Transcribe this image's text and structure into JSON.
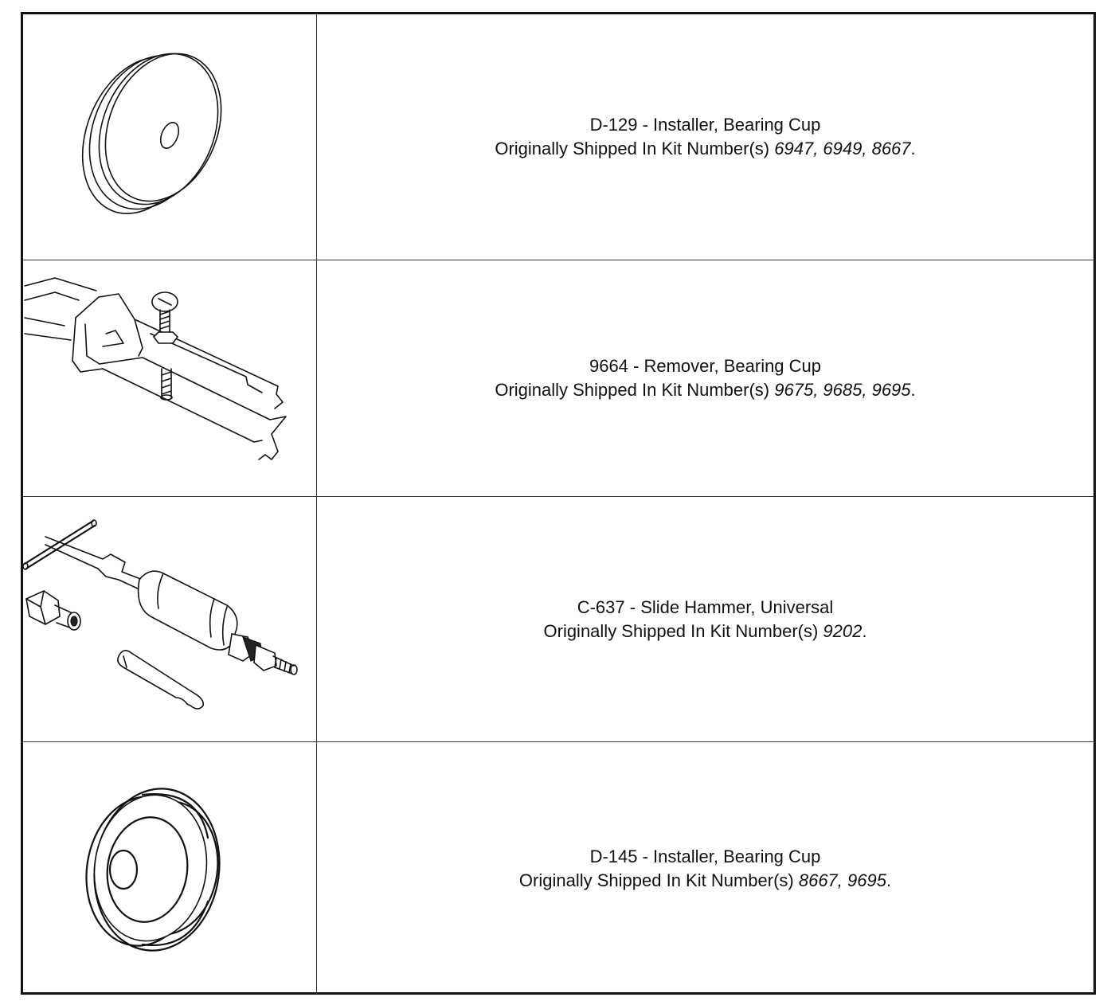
{
  "tools": [
    {
      "title": "D-129 - Installer, Bearing Cup",
      "shipped_prefix": "Originally Shipped In Kit Number(s) ",
      "kits": "6947, 6949, 8667",
      "suffix": ".",
      "icon": "bearing-cup-installer-disc"
    },
    {
      "title": "9664 - Remover, Bearing Cup",
      "shipped_prefix": "Originally Shipped In Kit Number(s) ",
      "kits": "9675, 9685, 9695",
      "suffix": ".",
      "icon": "bearing-cup-remover-bracket"
    },
    {
      "title": "C-637 - Slide Hammer, Universal",
      "shipped_prefix": "Originally Shipped In Kit Number(s) ",
      "kits": "9202",
      "suffix": ".",
      "icon": "slide-hammer"
    },
    {
      "title": "D-145 - Installer, Bearing Cup",
      "shipped_prefix": "Originally Shipped In Kit Number(s) ",
      "kits": "8667, 9695",
      "suffix": ".",
      "icon": "bearing-cup-installer-stepped"
    }
  ]
}
